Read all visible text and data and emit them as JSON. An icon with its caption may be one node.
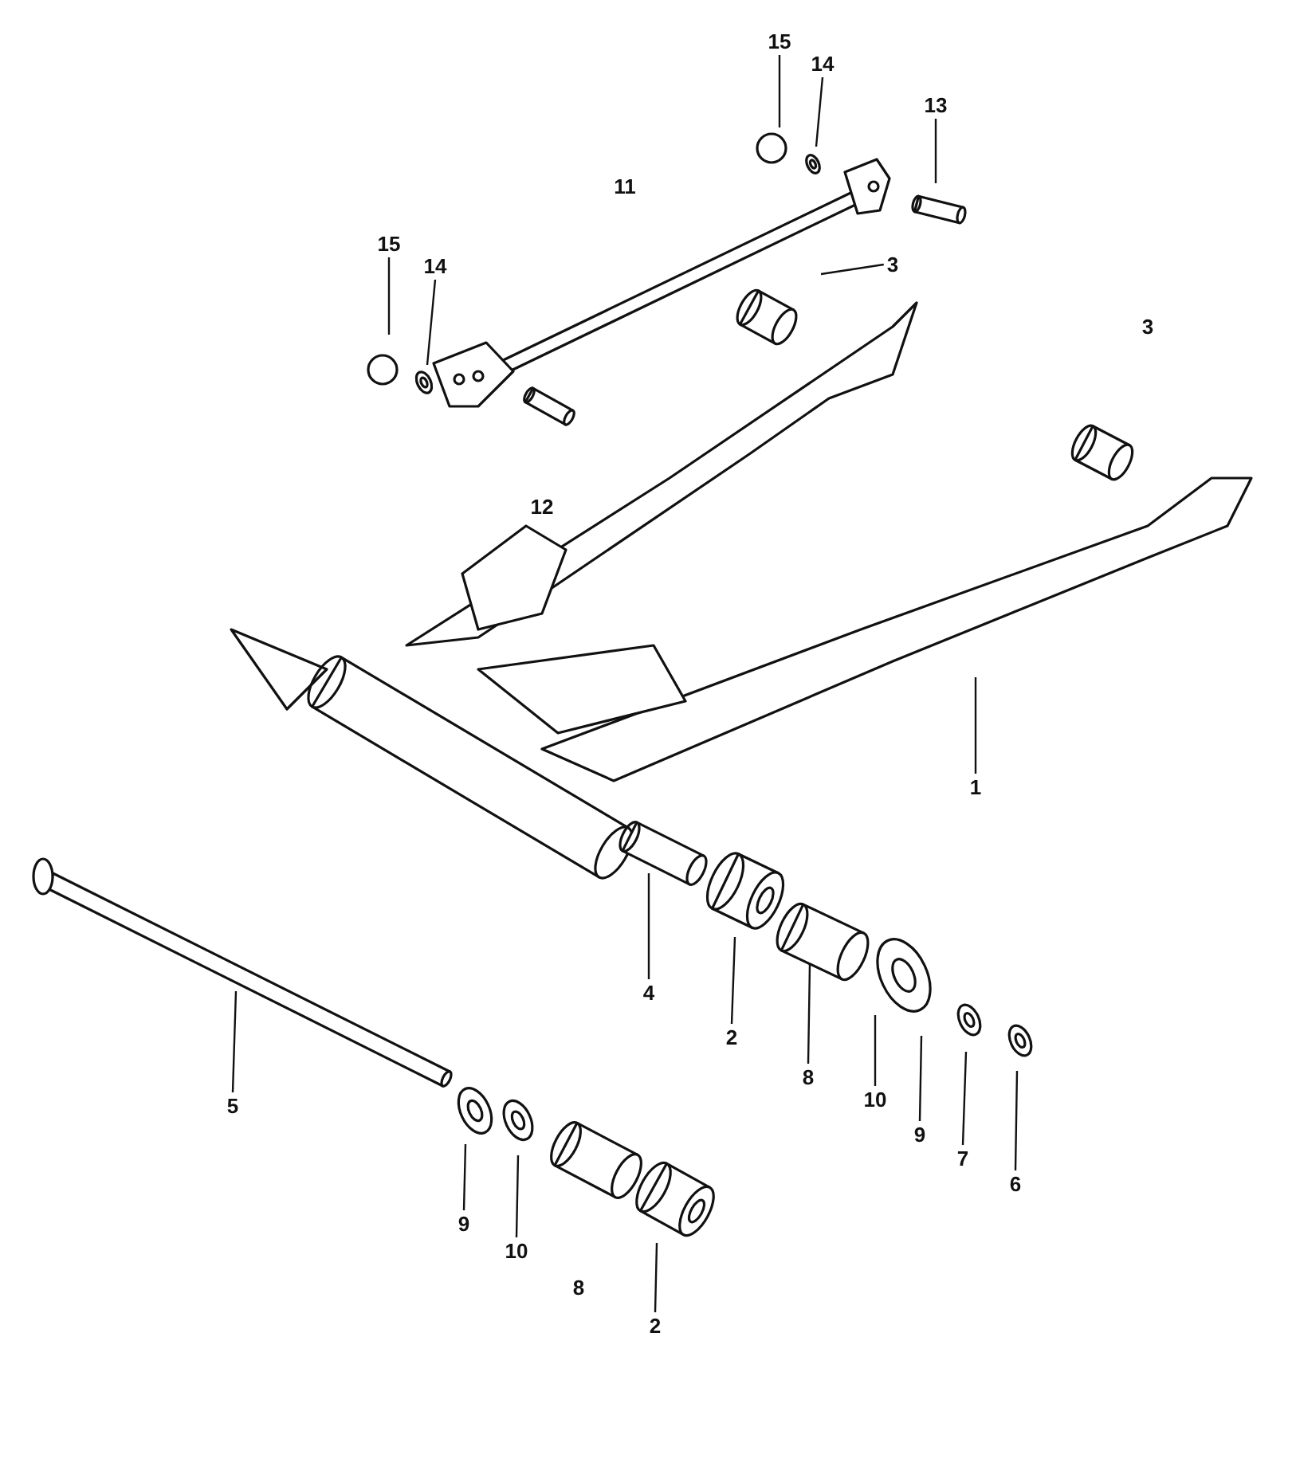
{
  "diagram": {
    "nodes": [
      {
        "text": [
          "15"
        ]
      },
      {
        "text": [
          "14"
        ]
      },
      {
        "text": [
          "13"
        ]
      },
      {
        "text": [
          "15"
        ]
      },
      {
        "text": [
          "14"
        ]
      },
      {
        "text": [
          "3"
        ]
      },
      {
        "text": [
          "1"
        ]
      },
      {
        "text": [
          "4"
        ]
      },
      {
        "text": [
          "5"
        ]
      },
      {
        "text": [
          "2"
        ]
      },
      {
        "text": [
          "8"
        ]
      },
      {
        "text": [
          "10"
        ]
      },
      {
        "text": [
          "9"
        ]
      },
      {
        "text": [
          "7"
        ]
      },
      {
        "text": [
          "6"
        ]
      },
      {
        "text": [
          "9"
        ]
      },
      {
        "text": [
          "10"
        ]
      },
      {
        "text": [
          "2"
        ]
      }
    ],
    "edges": [
      {
        "from": 0,
        "to": null,
        "arrow": "none"
      },
      {
        "from": 1,
        "to": null,
        "arrow": "none"
      },
      {
        "from": 2,
        "to": null,
        "arrow": "none"
      },
      {
        "from": 3,
        "to": null,
        "arrow": "none"
      },
      {
        "from": 4,
        "to": null,
        "arrow": "none"
      },
      {
        "from": 5,
        "to": null,
        "arrow": "none"
      },
      {
        "from": 6,
        "to": null,
        "arrow": "none"
      },
      {
        "from": 7,
        "to": null,
        "arrow": "none"
      },
      {
        "from": 8,
        "to": null,
        "arrow": "none"
      },
      {
        "from": 9,
        "to": null,
        "arrow": "none"
      },
      {
        "from": 10,
        "to": null,
        "arrow": "none"
      },
      {
        "from": 11,
        "to": null,
        "arrow": "none"
      },
      {
        "from": 12,
        "to": null,
        "arrow": "none"
      },
      {
        "from": 13,
        "to": null,
        "arrow": "none"
      },
      {
        "from": 14,
        "to": null,
        "arrow": "none"
      },
      {
        "from": 15,
        "to": null,
        "arrow": "none"
      },
      {
        "from": 16,
        "to": null,
        "arrow": "none"
      },
      {
        "from": 17,
        "to": null,
        "arrow": "none"
      }
    ],
    "labels": [
      "11",
      "3",
      "12",
      "8"
    ]
  }
}
